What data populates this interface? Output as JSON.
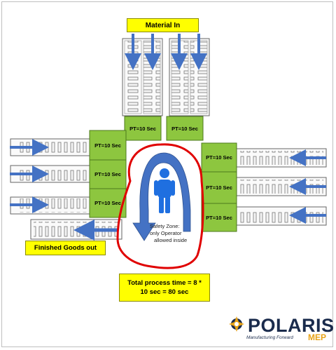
{
  "title": "Material In",
  "finished_label": "Finished Goods out",
  "process_time": {
    "line1": "Total process time = 8 *",
    "line2": "10 sec = 80 sec"
  },
  "stations": {
    "top_left": "PT=10 Sec",
    "top_right": "PT=10 Sec",
    "left_1": "PT=10 Sec",
    "left_2": "PT=10 Sec",
    "left_3": "PT=10 Sec",
    "right_1": "PT=10 Sec",
    "right_2": "PT=10 Sec",
    "right_3": "PT=10 Sec"
  },
  "safety_zone": {
    "line1": "Safety  Zone:",
    "line2": "only Operator",
    "line3": "allowed inside"
  },
  "logo": {
    "name": "POLARIS",
    "suffix": "MEP",
    "tagline": "Manufacturing Forward"
  },
  "colors": {
    "station_green": "#8dc63f",
    "label_yellow": "#ffff00",
    "arrow_blue": "#4472c4",
    "safety_red": "#e00000",
    "operator_blue": "#1f6fe0"
  }
}
